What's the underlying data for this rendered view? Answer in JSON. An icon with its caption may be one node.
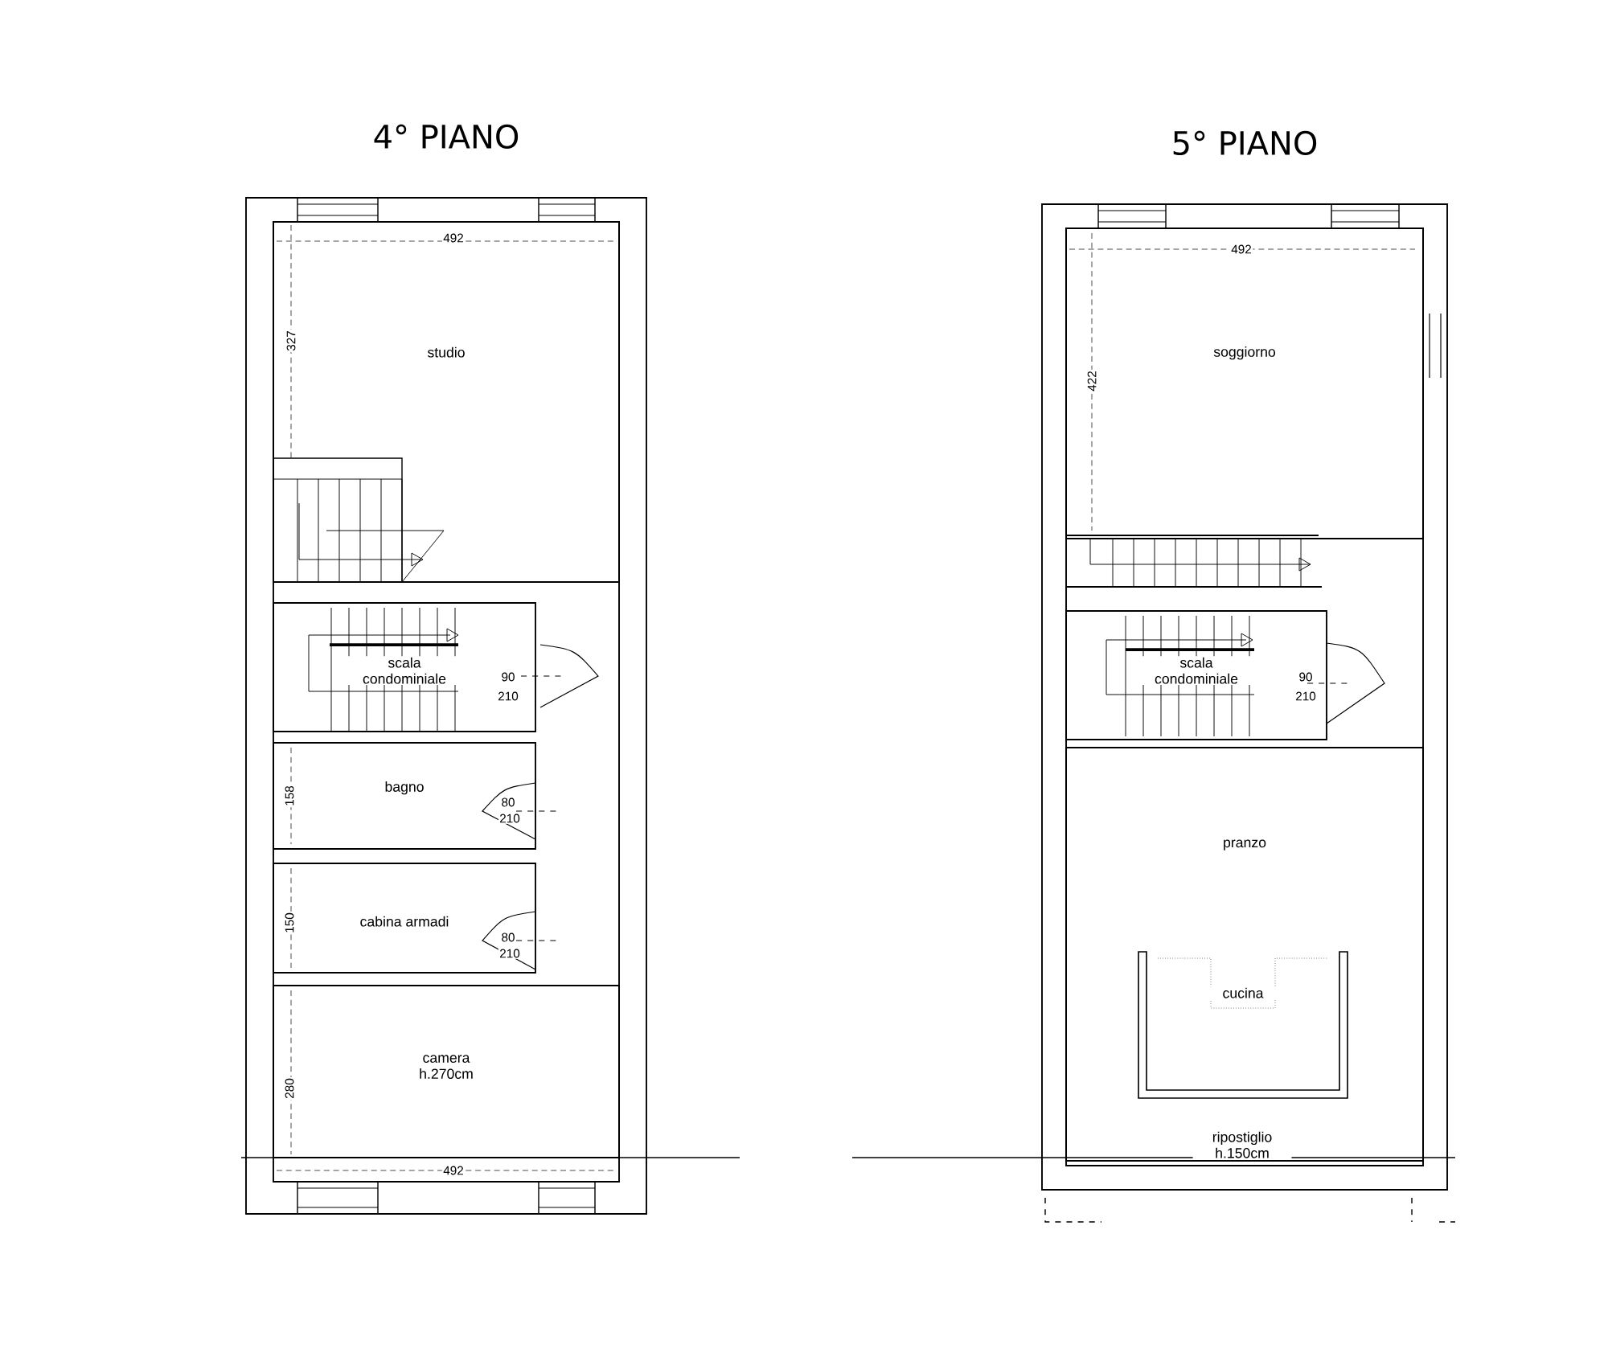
{
  "diagram": {
    "nodes": [
      {
        "text": [
          "4° PIANO"
        ]
      },
      {
        "text": [
          "studio"
        ],
        "in": 0
      },
      {
        "text": [
          "scala condominiale"
        ],
        "in": 0
      },
      {
        "text": [
          "bagno"
        ],
        "in": 0
      },
      {
        "text": [
          "cabina armadi"
        ],
        "in": 0
      },
      {
        "text": [
          "camera",
          "h.270cm"
        ],
        "in": 0
      },
      {
        "text": [
          "5° PIANO"
        ]
      },
      {
        "text": [
          "soggiorno"
        ],
        "in": 6
      },
      {
        "text": [
          "scala condominiale"
        ],
        "in": 6
      },
      {
        "text": [
          "pranzo"
        ],
        "in": 6
      },
      {
        "text": [
          "cucina"
        ],
        "in": 9
      },
      {
        "text": [
          "ripostiglio",
          "h.150cm"
        ],
        "in": 9
      }
    ],
    "labels": [
      "492",
      "327",
      "90",
      "210",
      "158",
      "80",
      "210",
      "150",
      "80",
      "210",
      "280",
      "492",
      "492",
      "422",
      "90",
      "210"
    ]
  }
}
